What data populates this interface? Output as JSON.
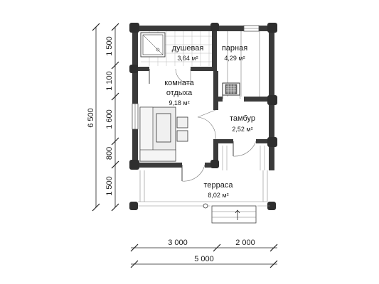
{
  "colors": {
    "wall": "#3a3a3a",
    "line": "#444444",
    "tile": "#999999",
    "furniture": "#ececec"
  },
  "rooms": {
    "shower": {
      "name": "душевая",
      "area": "3,64 м²"
    },
    "steam": {
      "name": "парная",
      "area": "4,29 м²"
    },
    "rest": {
      "name_line1": "комната",
      "name_line2": "отдыха",
      "area": "9,18 м²"
    },
    "vestibule": {
      "name": "тамбур",
      "area": "2,52 м²"
    },
    "terrace": {
      "name": "терраса",
      "area": "8,02 м²"
    }
  },
  "dimensions": {
    "vertical_total": "6 500",
    "vertical_segments": [
      "1 500",
      "1 100",
      "1 600",
      "800",
      "1 500"
    ],
    "horizontal_segments": [
      "3 000",
      "2 000"
    ],
    "horizontal_total": "5 000"
  },
  "icons": [
    "shower-tray-icon",
    "stove-icon",
    "sofa-icon",
    "table-icon",
    "armchair-icon"
  ]
}
